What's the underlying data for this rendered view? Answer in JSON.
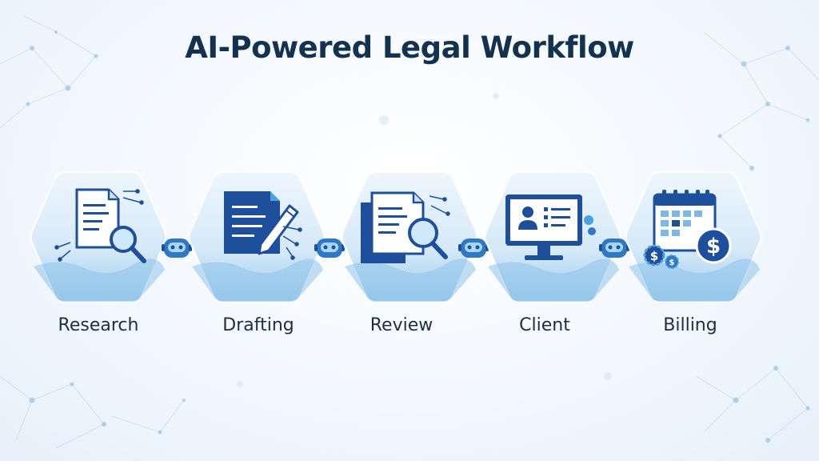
{
  "title": "AI-Powered Legal Workflow",
  "steps": [
    {
      "label": "Research",
      "icon": "document-magnifier-icon"
    },
    {
      "label": "Drafting",
      "icon": "document-pen-icon"
    },
    {
      "label": "Review",
      "icon": "document-stack-magnifier-icon"
    },
    {
      "label": "Client",
      "icon": "monitor-profile-checklist-icon"
    },
    {
      "label": "Billing",
      "icon": "calendar-dollar-icon"
    }
  ],
  "connector_icon": "ai-robot-icon",
  "colors": {
    "title": "#13324f",
    "hex_fill_light": "#e3f0fb",
    "hex_fill_dark": "#a9d0ee",
    "icon_primary": "#1d4f9c",
    "icon_accent": "#4aa3df",
    "label": "#1b2e44"
  }
}
